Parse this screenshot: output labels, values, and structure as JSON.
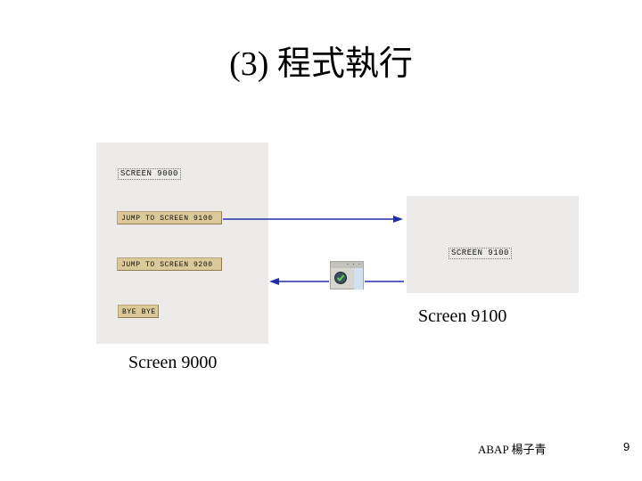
{
  "slide": {
    "title": "(3) 程式執行",
    "footer": "ABAP 楊子青",
    "page_number": "9"
  },
  "screen_9000": {
    "field_label": "SCREEN 9000",
    "buttons": [
      "JUMP TO SCREEN 9100",
      "JUMP TO SCREEN 9200",
      "BYE BYE"
    ],
    "caption": "Screen 9000"
  },
  "screen_9100": {
    "field_label": "SCREEN 9100",
    "caption": "Screen 9100"
  },
  "popup": {
    "titlebar_dots": "· · ·",
    "icon": "check-icon"
  },
  "colors": {
    "arrow": "#1f2fa8",
    "screen_bg": "#ecebe9",
    "button_bg": "#dcc99a"
  }
}
